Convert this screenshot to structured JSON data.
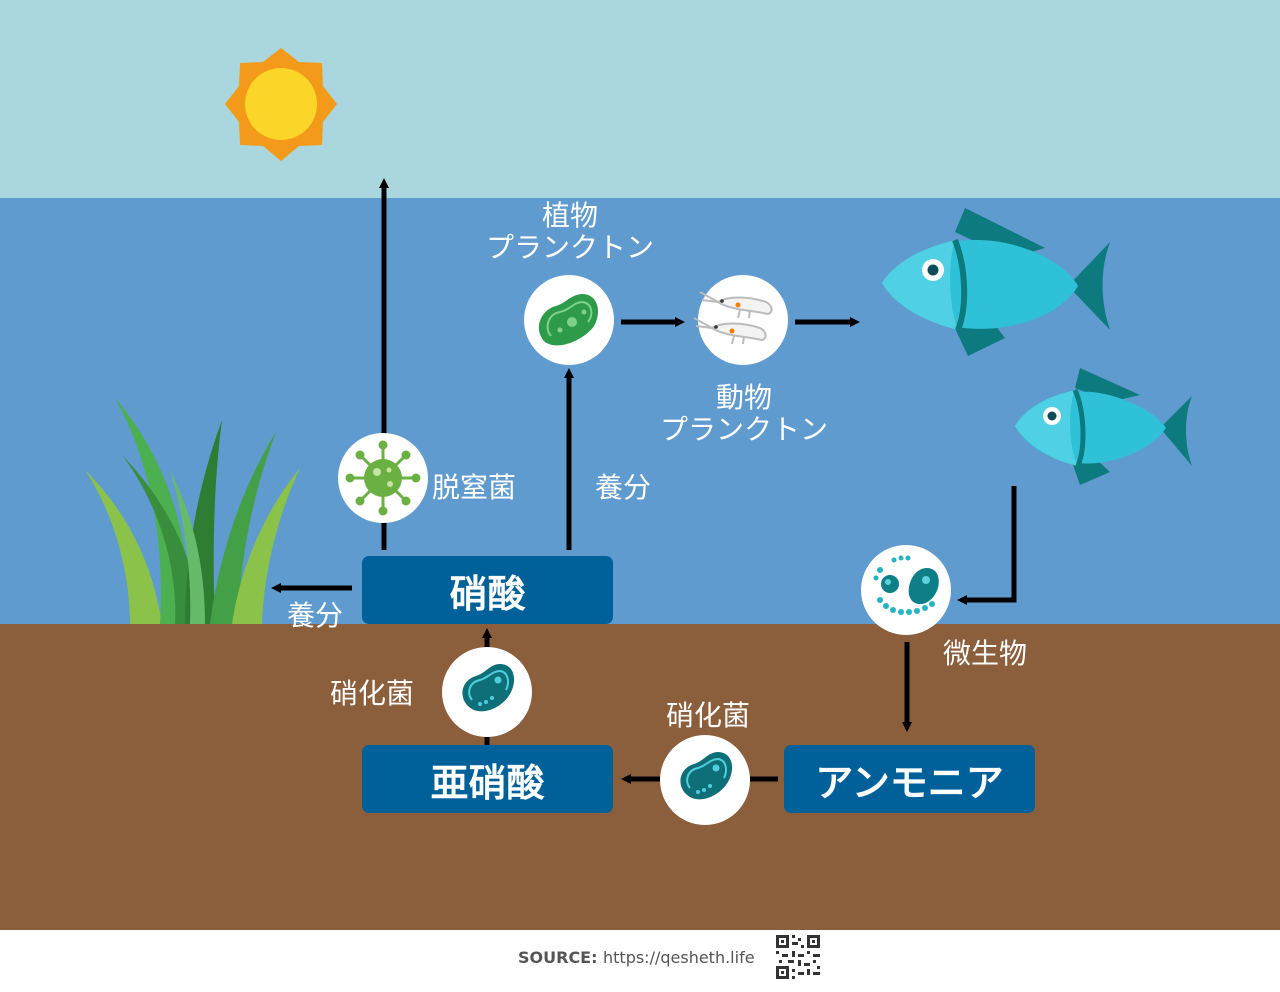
{
  "boxes": {
    "nitrate": "硝酸",
    "nitrite": "亜硝酸",
    "ammonia": "アンモニア"
  },
  "labels": {
    "phytoplankton": [
      "植物",
      "プランクトン"
    ],
    "zooplankton": [
      "動物",
      "プランクトン"
    ],
    "denitrifying_bacteria": "脱窒菌",
    "nutrient_up": "養分",
    "nutrient_left": "養分",
    "microorganisms": "微生物",
    "nitrifying_bacteria_left": "硝化菌",
    "nitrifying_bacteria_right": "硝化菌"
  },
  "footer": {
    "source_label": "SOURCE:",
    "source_url": "https://qesheth.life"
  },
  "colors": {
    "sky": "#aad6de",
    "water": "#5f9bce",
    "soil": "#8b5e3c",
    "box": "#00609a",
    "fish": "#2ec1d8",
    "fish_dark": "#0d7a80",
    "sun": "#fbd629",
    "sun_rays": "#f49a1a"
  },
  "icons": [
    "sun-icon",
    "grass-icon",
    "virus-icon",
    "green-bacteria-icon",
    "shrimp-icon",
    "fish-icon",
    "microbe-icon",
    "teal-bacteria-icon",
    "qr-code-icon"
  ]
}
